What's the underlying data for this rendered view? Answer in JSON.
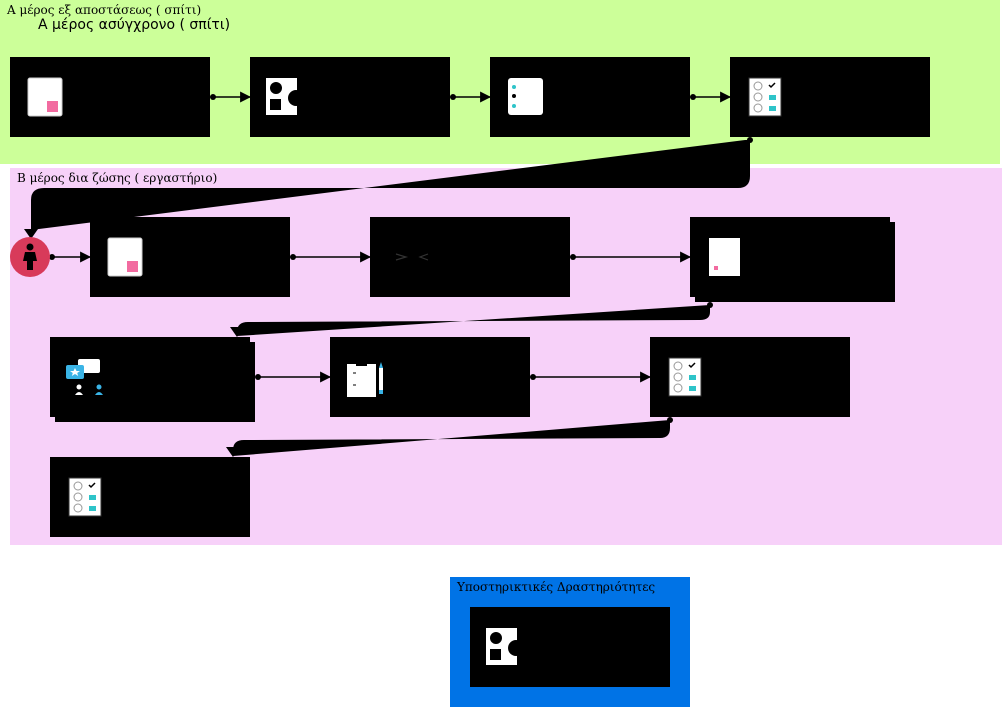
{
  "lanes": {
    "a": {
      "title": "Α μέρος εξ αποστάσεως ( σπίτι)",
      "subtitle": "Α μέρος ασύγχρονο ( σπίτι)",
      "color": "#ccff99"
    },
    "b": {
      "title": "Β μέρος δια ζώσης ( εργαστήριο)",
      "color": "#f7d1f9"
    },
    "support": {
      "title": "Υποστηρικτικές Δραστηριότητες",
      "color": "#0073e6"
    }
  },
  "colors": {
    "card": "#000000",
    "start": "#d83a5a",
    "accent_pink": "#f26ba0",
    "accent_teal": "#2ec4c9",
    "accent_blue": "#3ab4e6"
  },
  "icons": {
    "a1": "document-pink-icon",
    "a2": "shapes-icon",
    "a3": "list-icon",
    "a4": "checklist-icon",
    "start": "person-start-icon",
    "b1": "document-pink-icon",
    "b2": "chevrons-icon",
    "b3": "document-small-icon",
    "b4": "discussion-icon",
    "b5": "clipboard-pencil-icon",
    "b6": "checklist-icon",
    "b7": "checklist-icon",
    "s1": "shapes-icon"
  }
}
